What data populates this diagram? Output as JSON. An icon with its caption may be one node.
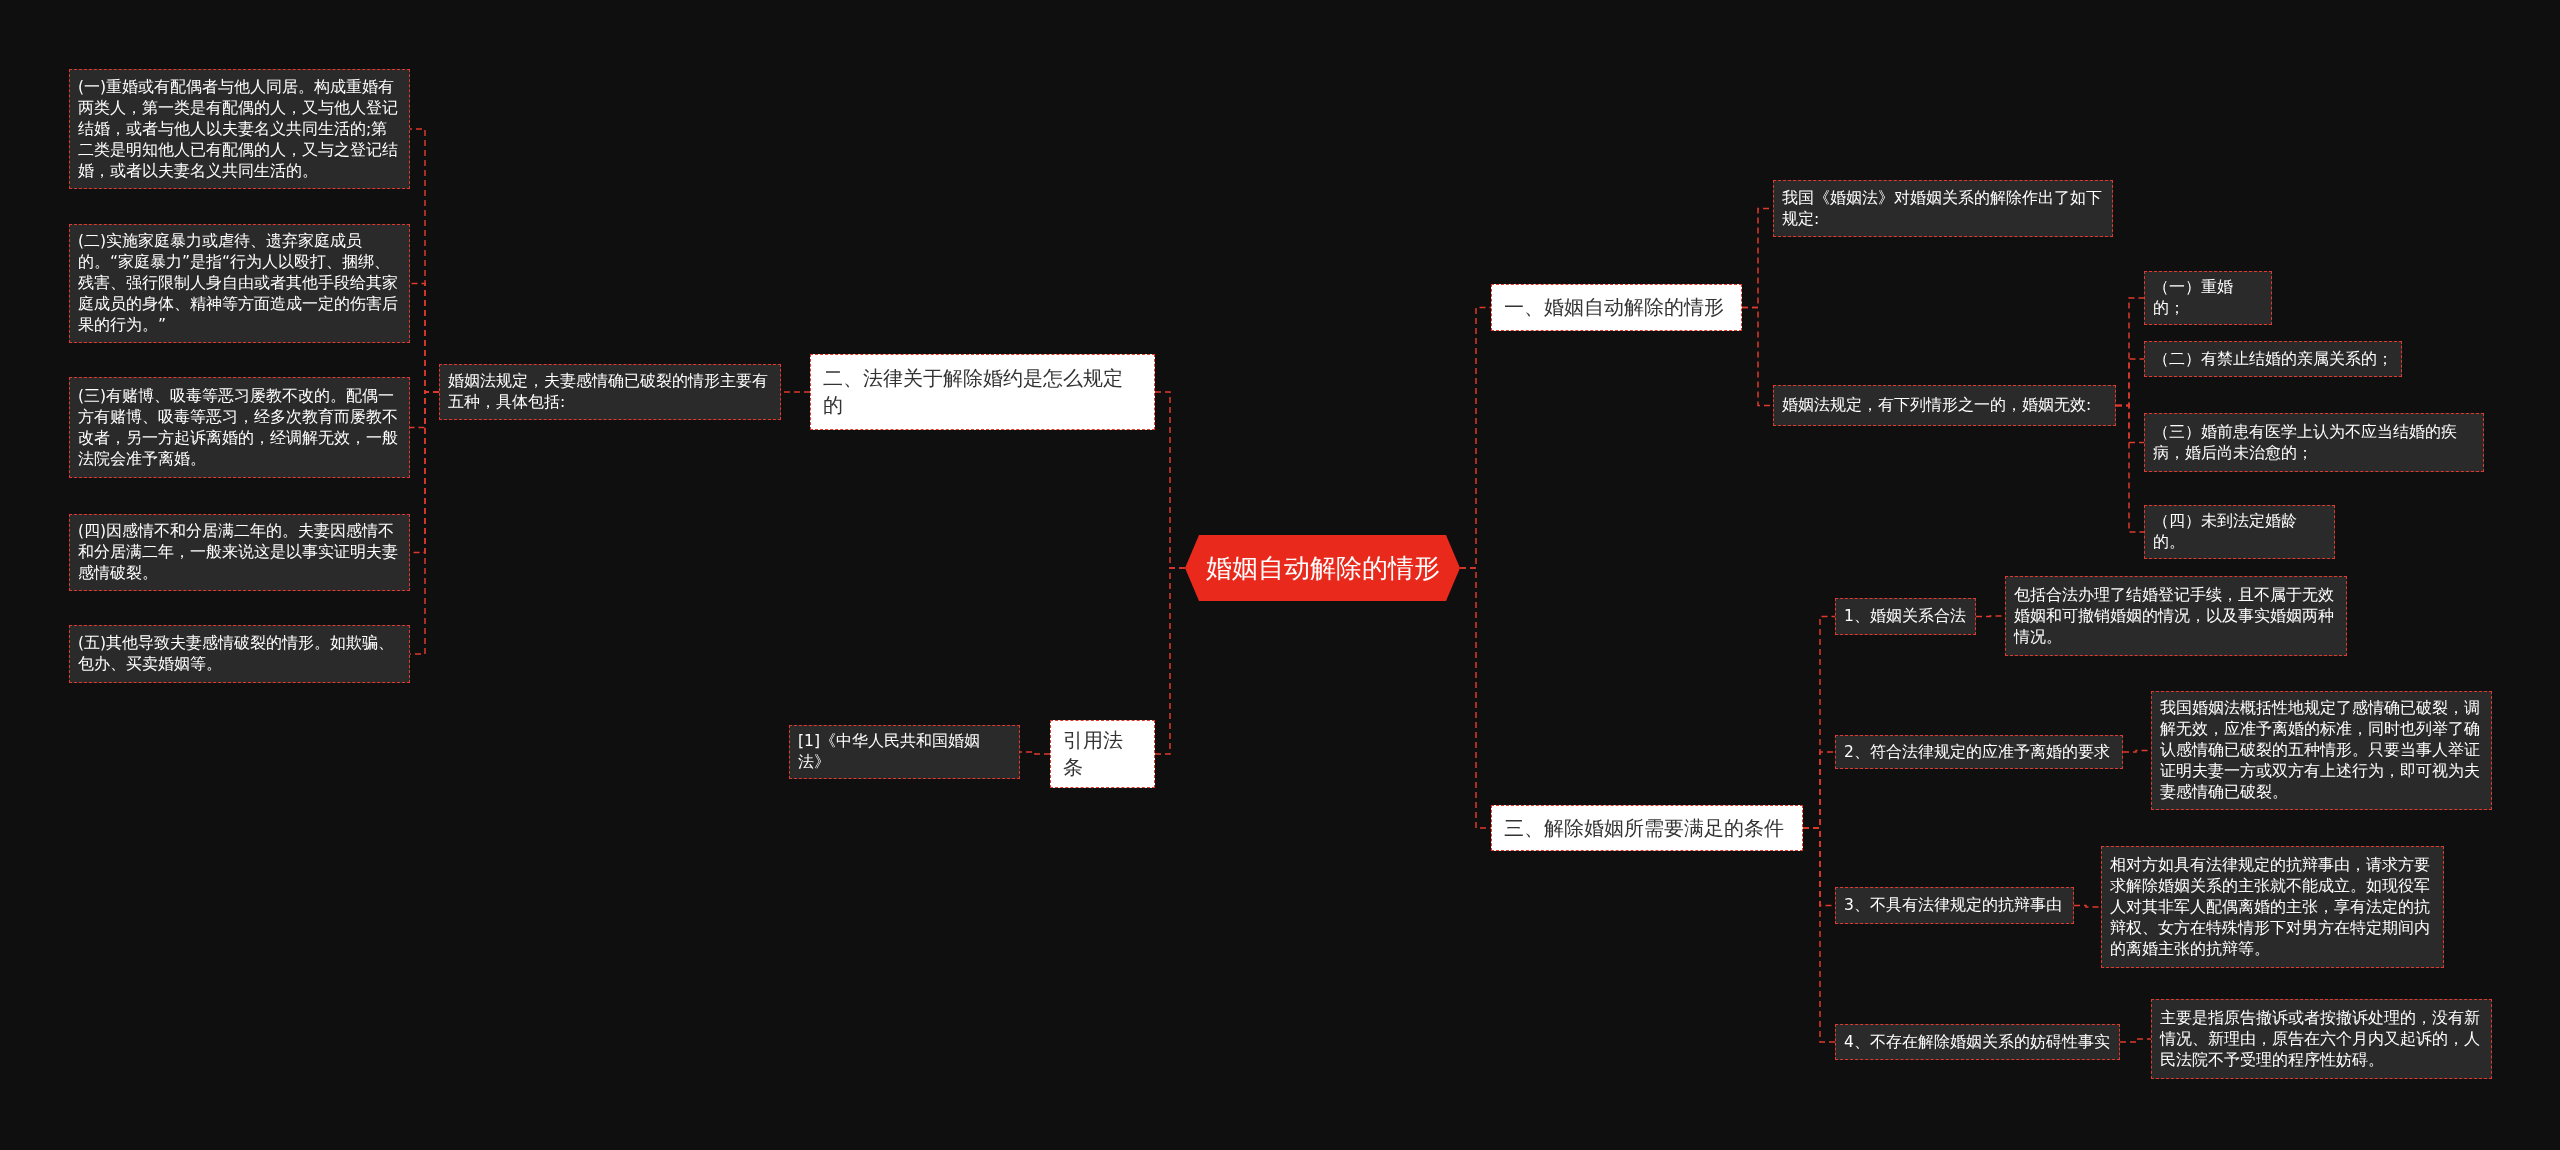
{
  "diagram": {
    "nodes": [
      {
        "text": [
          "婚姻自动解除的情形"
        ]
      },
      {
        "text": [
          "一、婚姻自动解除的情形"
        ]
      },
      {
        "text": [
          "我国《婚姻法》对婚姻关系的解除作出了如下规定:"
        ]
      },
      {
        "text": [
          "婚姻法规定，有下列情形之一的，婚姻无效:"
        ]
      },
      {
        "text": [
          "（一）重婚的；"
        ]
      },
      {
        "text": [
          "（二）有禁止结婚的亲属关系的；"
        ]
      },
      {
        "text": [
          "（三）婚前患有医学上认为不应当结婚的疾病，婚后尚未治愈的；"
        ]
      },
      {
        "text": [
          "（四）未到法定婚龄的。"
        ]
      },
      {
        "text": [
          "三、解除婚姻所需要满足的条件"
        ]
      },
      {
        "text": [
          "1、婚姻关系合法"
        ]
      },
      {
        "text": [
          "包括合法办理了结婚登记手续，且不属于无效婚姻和可撤销婚姻的情况，以及事实婚姻两种情况。"
        ]
      },
      {
        "text": [
          "2、符合法律规定的应准予离婚的要求"
        ]
      },
      {
        "text": [
          "我国婚姻法概括性地规定了感情确已破裂，调解无效，应准予离婚的标准，同时也列举了确认感情确已破裂的五种情形。只要当事人举证证明夫妻一方或双方有上述行为，即可视为夫妻感情确已破裂。"
        ]
      },
      {
        "text": [
          "3、不具有法律规定的抗辩事由"
        ]
      },
      {
        "text": [
          "相对方如具有法律规定的抗辩事由，请求方要求解除婚姻关系的主张就不能成立。如现役军人对其非军人配偶离婚的主张，享有法定的抗辩权、女方在特殊情形下对男方在特定期间内的离婚主张的抗辩等。"
        ]
      },
      {
        "text": [
          "4、不存在解除婚姻关系的妨碍性事实"
        ]
      },
      {
        "text": [
          "主要是指原告撤诉或者按撤诉处理的，没有新情况、新理由，原告在六个月内又起诉的，人民法院不予受理的程序性妨碍。"
        ]
      },
      {
        "text": [
          "二、法律关于解除婚约是怎么规定的"
        ]
      },
      {
        "text": [
          "婚姻法规定，夫妻感情确已破裂的情形主要有五种，具体包括:"
        ]
      },
      {
        "text": [
          "(一)重婚或有配偶者与他人同居。构成重婚有两类人，第一类是有配偶的人，又与他人登记结婚，或者与他人以夫妻名义共同生活的;第二类是明知他人已有配偶的人，又与之登记结婚，或者以夫妻名义共同生活的。"
        ]
      },
      {
        "text": [
          "(二)实施家庭暴力或虐待、遗弃家庭成员的。“家庭暴力”是指“行为人以殴打、捆绑、残害、强行限制人身自由或者其他手段给其家庭成员的身体、精神等方面造成一定的伤害后果的行为。”"
        ]
      },
      {
        "text": [
          "(三)有赌博、吸毒等恶习屡教不改的。配偶一方有赌博、吸毒等恶习，经多次教育而屡教不改者，另一方起诉离婚的，经调解无效，一般法院会准予离婚。"
        ]
      },
      {
        "text": [
          "(四)因感情不和分居满二年的。夫妻因感情不和分居满二年，一般来说这是以事实证明夫妻感情破裂。"
        ]
      },
      {
        "text": [
          "(五)其他导致夫妻感情破裂的情形。如欺骗、包办、买卖婚姻等。"
        ]
      },
      {
        "text": [
          "引用法条"
        ]
      },
      {
        "text": [
          "[1]《中华人民共和国婚姻法》"
        ]
      }
    ],
    "edges": [
      {
        "from": 0,
        "to": 1,
        "arrow": "none"
      },
      {
        "from": 1,
        "to": 2,
        "arrow": "none"
      },
      {
        "from": 1,
        "to": 3,
        "arrow": "none"
      },
      {
        "from": 3,
        "to": 4,
        "arrow": "none"
      },
      {
        "from": 3,
        "to": 5,
        "arrow": "none"
      },
      {
        "from": 3,
        "to": 6,
        "arrow": "none"
      },
      {
        "from": 3,
        "to": 7,
        "arrow": "none"
      },
      {
        "from": 0,
        "to": 8,
        "arrow": "none"
      },
      {
        "from": 8,
        "to": 9,
        "arrow": "none"
      },
      {
        "from": 9,
        "to": 10,
        "arrow": "none"
      },
      {
        "from": 8,
        "to": 11,
        "arrow": "none"
      },
      {
        "from": 11,
        "to": 12,
        "arrow": "none"
      },
      {
        "from": 8,
        "to": 13,
        "arrow": "none"
      },
      {
        "from": 13,
        "to": 14,
        "arrow": "none"
      },
      {
        "from": 8,
        "to": 15,
        "arrow": "none"
      },
      {
        "from": 15,
        "to": 16,
        "arrow": "none"
      },
      {
        "from": 0,
        "to": 17,
        "arrow": "none"
      },
      {
        "from": 17,
        "to": 18,
        "arrow": "none"
      },
      {
        "from": 18,
        "to": 19,
        "arrow": "none"
      },
      {
        "from": 18,
        "to": 20,
        "arrow": "none"
      },
      {
        "from": 18,
        "to": 21,
        "arrow": "none"
      },
      {
        "from": 18,
        "to": 22,
        "arrow": "none"
      },
      {
        "from": 18,
        "to": 23,
        "arrow": "none"
      },
      {
        "from": 0,
        "to": 24,
        "arrow": "none"
      },
      {
        "from": 24,
        "to": 25,
        "arrow": "none"
      }
    ]
  }
}
